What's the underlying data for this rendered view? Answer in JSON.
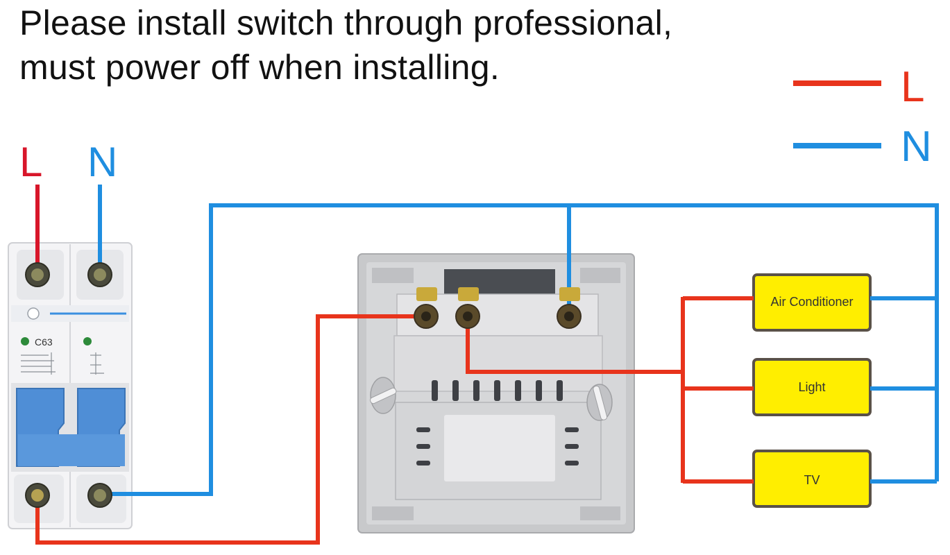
{
  "header": {
    "line1": "Please install switch through professional,",
    "line2": "must power off when installing."
  },
  "legend": {
    "live_label": "L",
    "neutral_label": "N"
  },
  "breaker": {
    "live_label": "L",
    "neutral_label": "N",
    "rating_label": "C63"
  },
  "loads": [
    {
      "label": "Air Conditioner"
    },
    {
      "label": "Light"
    },
    {
      "label": "TV"
    }
  ],
  "colors": {
    "live": "#e8341c",
    "breaker_live": "#d8162a",
    "neutral": "#1f8ee0",
    "load_fill": "#ffee00",
    "load_border": "#5a5148",
    "breaker_handle": "#4f8ed6"
  }
}
